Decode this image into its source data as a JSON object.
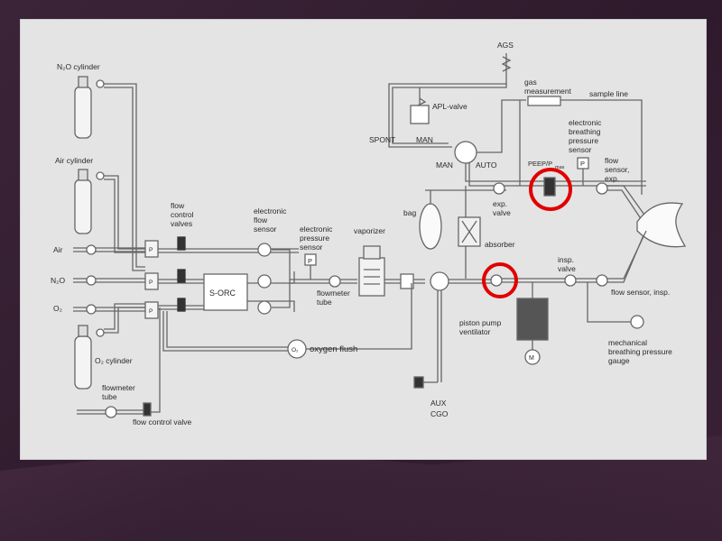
{
  "labels": {
    "n2o_cyl": "N₂O cylinder",
    "air_cyl": "Air cylinder",
    "o2_cyl": "O₂ cylinder",
    "air": "Air",
    "n2o": "N₂O",
    "o2": "O₂",
    "flow_ctrl_1": "flow",
    "flow_ctrl_2": "control",
    "flow_ctrl_3": "valves",
    "efs_1": "electronic",
    "efs_2": "flow",
    "efs_3": "sensor",
    "eps_1": "electronic",
    "eps_2": "pressure",
    "eps_3": "sensor",
    "vaporizer": "vaporizer",
    "flowmeter_tube_1": "flowmeter",
    "flowmeter_tube_2": "tube",
    "sorc": "S-ORC",
    "oxygen_flush": "oxygen  flush",
    "o2_flush_symbol": "O₂",
    "fm_tube2_1": "flowmeter",
    "fm_tube2_2": "tube",
    "flow_control_valve": "flow control valve",
    "ags": "AGS",
    "apl": "APL-valve",
    "spont": "SPONT",
    "man_top": "MAN",
    "man": "MAN",
    "auto": "AUTO",
    "gas_meas_1": "gas",
    "gas_meas_2": "measurement",
    "sample_line": "sample line",
    "ebps_1": "electronic",
    "ebps_2": "breathing",
    "ebps_3": "pressure",
    "ebps_4": "sensor",
    "peep": "PEEP/P",
    "peep_sub": "max",
    "fse_1": "flow",
    "fse_2": "sensor,",
    "fse_3": "exp.",
    "bag": "bag",
    "exp_valve_1": "exp.",
    "exp_valve_2": "valve",
    "absorber": "absorber",
    "insp_valve_1": "insp.",
    "insp_valve_2": "valve",
    "fsi": "flow sensor, insp.",
    "piston_1": "piston pump",
    "piston_2": "ventilator",
    "motor": "M",
    "mbpg_1": "mechanical",
    "mbpg_2": "breathing pressure",
    "mbpg_3": "gauge",
    "aux": "AUX",
    "cgo": "CGO",
    "p1": "P",
    "p2": "P",
    "p_small1": "P",
    "p_small2": "P",
    "p_small3": "P"
  },
  "colors": {
    "line": "#555555",
    "highlight": "#e00000",
    "panel": "#e4e4e4"
  }
}
